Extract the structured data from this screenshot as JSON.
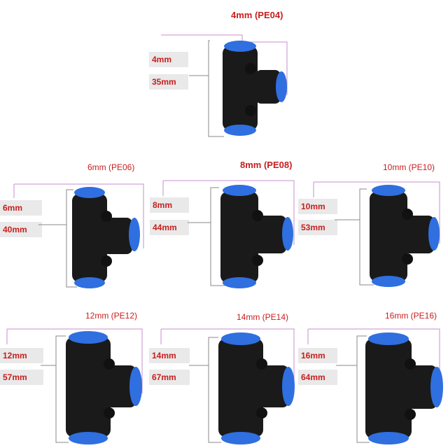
{
  "fittings": [
    {
      "code": "4mm (PE04)",
      "tube": "4mm",
      "length": "35mm"
    },
    {
      "code": "6mm (PE06)",
      "tube": "6mm",
      "length": "40mm"
    },
    {
      "code": "8mm (PE08)",
      "tube": "8mm",
      "length": "44mm"
    },
    {
      "code": "10mm (PE10)",
      "tube": "10mm",
      "length": "53mm"
    },
    {
      "code": "12mm (PE12)",
      "tube": "12mm",
      "length": "57mm"
    },
    {
      "code": "14mm (PE14)",
      "tube": "14mm",
      "length": "67mm"
    },
    {
      "code": "16mm (PE16)",
      "tube": "16mm",
      "length": "64mm"
    }
  ],
  "colors": {
    "label_text": "#c81e1e",
    "label_bg": "#e9e9e9",
    "dimension_line": "#c78fcf",
    "body": "#1a1a1a",
    "collet": "#2f6fe0"
  }
}
